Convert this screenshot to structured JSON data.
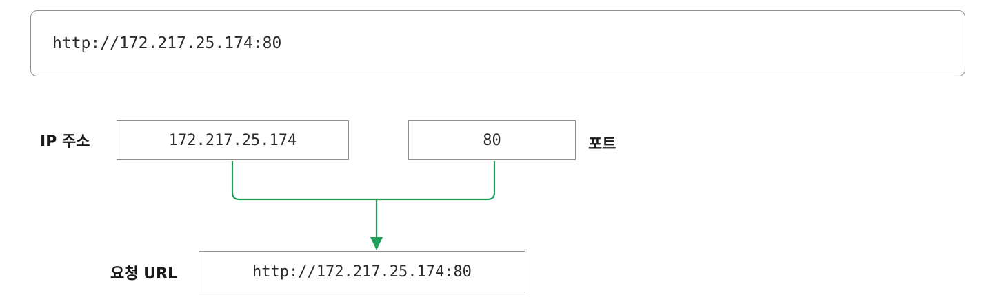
{
  "address_bar": {
    "value": "http://172.217.25.174:80"
  },
  "ip": {
    "label": "IP 주소",
    "value": "172.217.25.174"
  },
  "port": {
    "label": "포트",
    "value": "80"
  },
  "request_url": {
    "label": "요청 URL",
    "value": "http://172.217.25.174:80"
  },
  "colors": {
    "connector": "#1ea05a",
    "border": "#8f8f8f"
  }
}
